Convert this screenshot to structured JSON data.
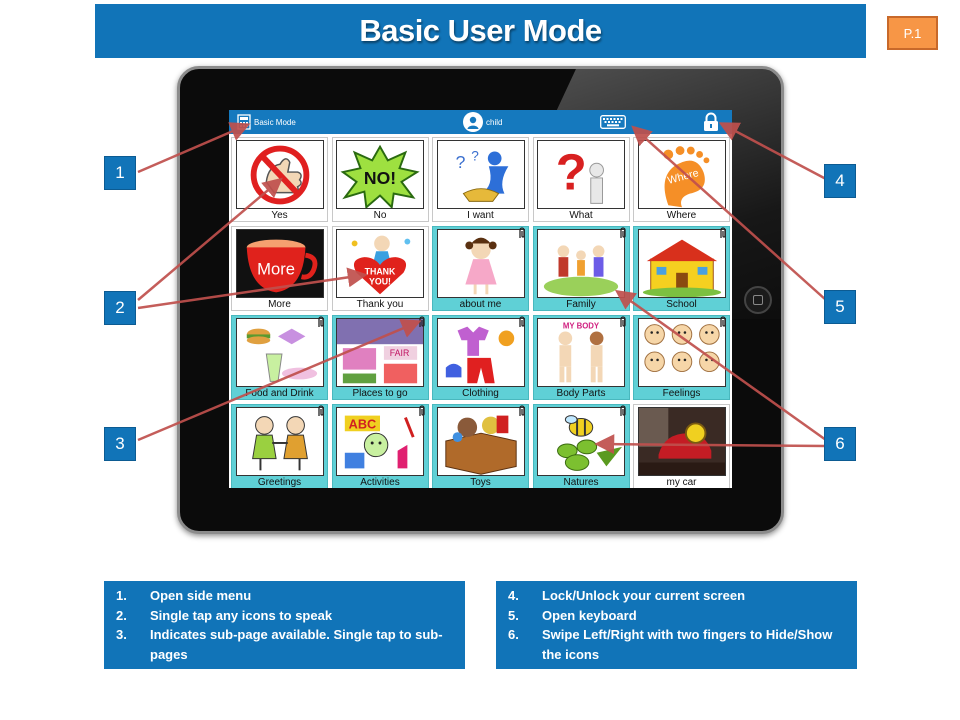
{
  "title": "Basic User Mode",
  "page_badge": "P.1",
  "app_bar": {
    "menu_label": "Basic Mode",
    "user_label": "child",
    "menu_icon": "menu-icon",
    "keyboard_icon": "keyboard-icon",
    "lock_icon": "lock-icon"
  },
  "tiles": [
    {
      "label": "Yes",
      "icon": "thumbs-up-icon",
      "folder": false
    },
    {
      "label": "No",
      "icon": "no-burst-icon",
      "folder": false
    },
    {
      "label": "I want",
      "icon": "genie-lamp-icon",
      "folder": false
    },
    {
      "label": "What",
      "icon": "question-mark-icon",
      "folder": false
    },
    {
      "label": "Where",
      "icon": "footprint-icon",
      "folder": false
    },
    {
      "label": "More",
      "icon": "cup-icon",
      "folder": false
    },
    {
      "label": "Thank you",
      "icon": "thank-you-heart-icon",
      "folder": false
    },
    {
      "label": "about me",
      "icon": "girl-icon",
      "folder": true
    },
    {
      "label": "Family",
      "icon": "family-icon",
      "folder": true
    },
    {
      "label": "School",
      "icon": "school-building-icon",
      "folder": true
    },
    {
      "label": "Food and Drink",
      "icon": "food-drink-icon",
      "folder": true
    },
    {
      "label": "Places to go",
      "icon": "places-icon",
      "folder": true
    },
    {
      "label": "Clothing",
      "icon": "clothing-icon",
      "folder": true
    },
    {
      "label": "Body Parts",
      "icon": "body-parts-icon",
      "folder": true
    },
    {
      "label": "Feelings",
      "icon": "faces-icon",
      "folder": true
    },
    {
      "label": "Greetings",
      "icon": "greeting-kids-icon",
      "folder": true
    },
    {
      "label": "Activities",
      "icon": "abc-activities-icon",
      "folder": true
    },
    {
      "label": "Toys",
      "icon": "toy-box-icon",
      "folder": true
    },
    {
      "label": "Natures",
      "icon": "bee-flower-icon",
      "folder": true
    },
    {
      "label": "my car",
      "icon": "car-photo-icon",
      "folder": false
    }
  ],
  "callouts": [
    "1",
    "2",
    "3",
    "4",
    "5",
    "6"
  ],
  "notes_left": [
    {
      "num": "1.",
      "text": "Open side menu"
    },
    {
      "num": "2.",
      "text": "Single tap any icons to speak"
    },
    {
      "num": "3.",
      "text": "Indicates sub-page available. Single tap to sub-pages"
    }
  ],
  "notes_right": [
    {
      "num": "4.",
      "text": "Lock/Unlock your current screen"
    },
    {
      "num": "5.",
      "text": "Open keyboard"
    },
    {
      "num": "6.",
      "text": "Swipe Left/Right with two fingers to Hide/Show the icons"
    }
  ],
  "colors": {
    "title_bar": "#1174b8",
    "badge": "#f79646",
    "folder_tile": "#5fd0d6",
    "arrow": "#c0504d"
  }
}
